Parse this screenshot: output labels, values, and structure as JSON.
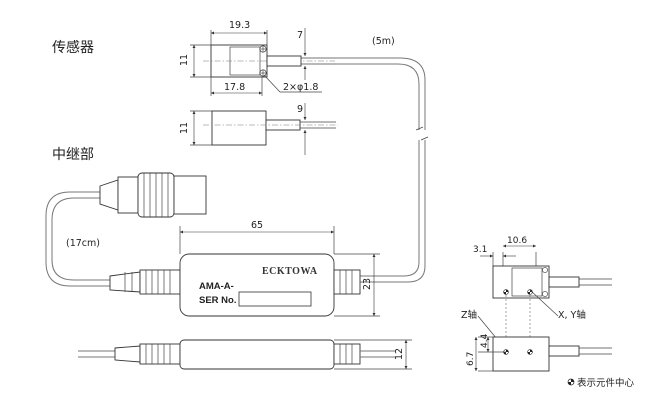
{
  "sections": {
    "sensor": "传感器",
    "relay": "中继部"
  },
  "sensor": {
    "width_top": "19.3",
    "height": "11",
    "tab": "7",
    "length_bottom": "17.8",
    "holes": "2×φ1.8",
    "cable_length": "(5m)",
    "side_height": "11",
    "side_offset": "9"
  },
  "relay": {
    "pigtail": "(17cm)",
    "length": "65",
    "height": "23",
    "thickness": "12",
    "model_label": "AMA-A-",
    "serial_label": "SER No.",
    "brand": "ECKTOWA"
  },
  "detail": {
    "offset": "3.1",
    "width": "10.6",
    "z_axis": "Z轴",
    "xy_axis": "X, Y轴",
    "dim_a": "4.4",
    "dim_b": "6.7",
    "legend": "表示元件中心"
  }
}
